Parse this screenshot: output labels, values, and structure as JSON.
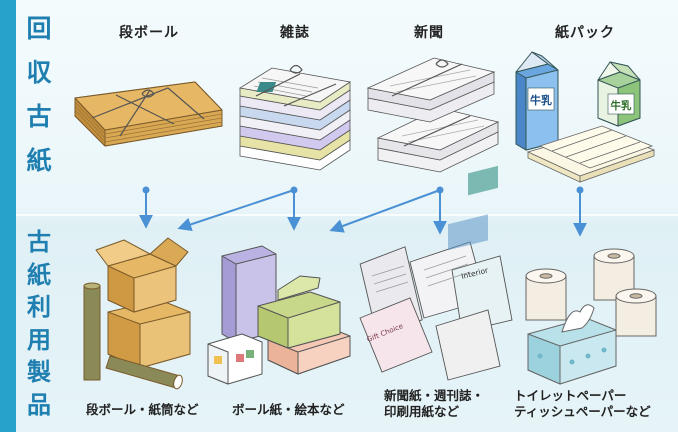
{
  "labels": {
    "top_vertical": [
      "回",
      "収",
      "古",
      "紙"
    ],
    "bottom_vertical": [
      "古",
      "紙",
      "利",
      "用",
      "製",
      "品"
    ]
  },
  "categories": [
    "段ボール",
    "雑誌",
    "新聞",
    "紙パック"
  ],
  "products": [
    {
      "line1": "段ボール・紙筒など"
    },
    {
      "line1": "ボール紙・絵本など"
    },
    {
      "line1": "新聞紙・週刊誌・",
      "line2": "印刷用紙など"
    },
    {
      "line1": "トイレットペーパー",
      "line2": "ティッシュペーパーなど"
    }
  ],
  "artwork_text": {
    "milk_label": "牛乳",
    "magazine_1": "Interior",
    "magazine_2": "Gift Choice"
  },
  "colors": {
    "accent_blue": "#27a3c9",
    "label_blue": "#1f7fb0",
    "arrow_blue": "#4a90d4",
    "cardboard": "#e6b865",
    "box_green": "#c8d88a",
    "box_purple": "#c9c3ea",
    "box_pink": "#f4c8b4"
  }
}
